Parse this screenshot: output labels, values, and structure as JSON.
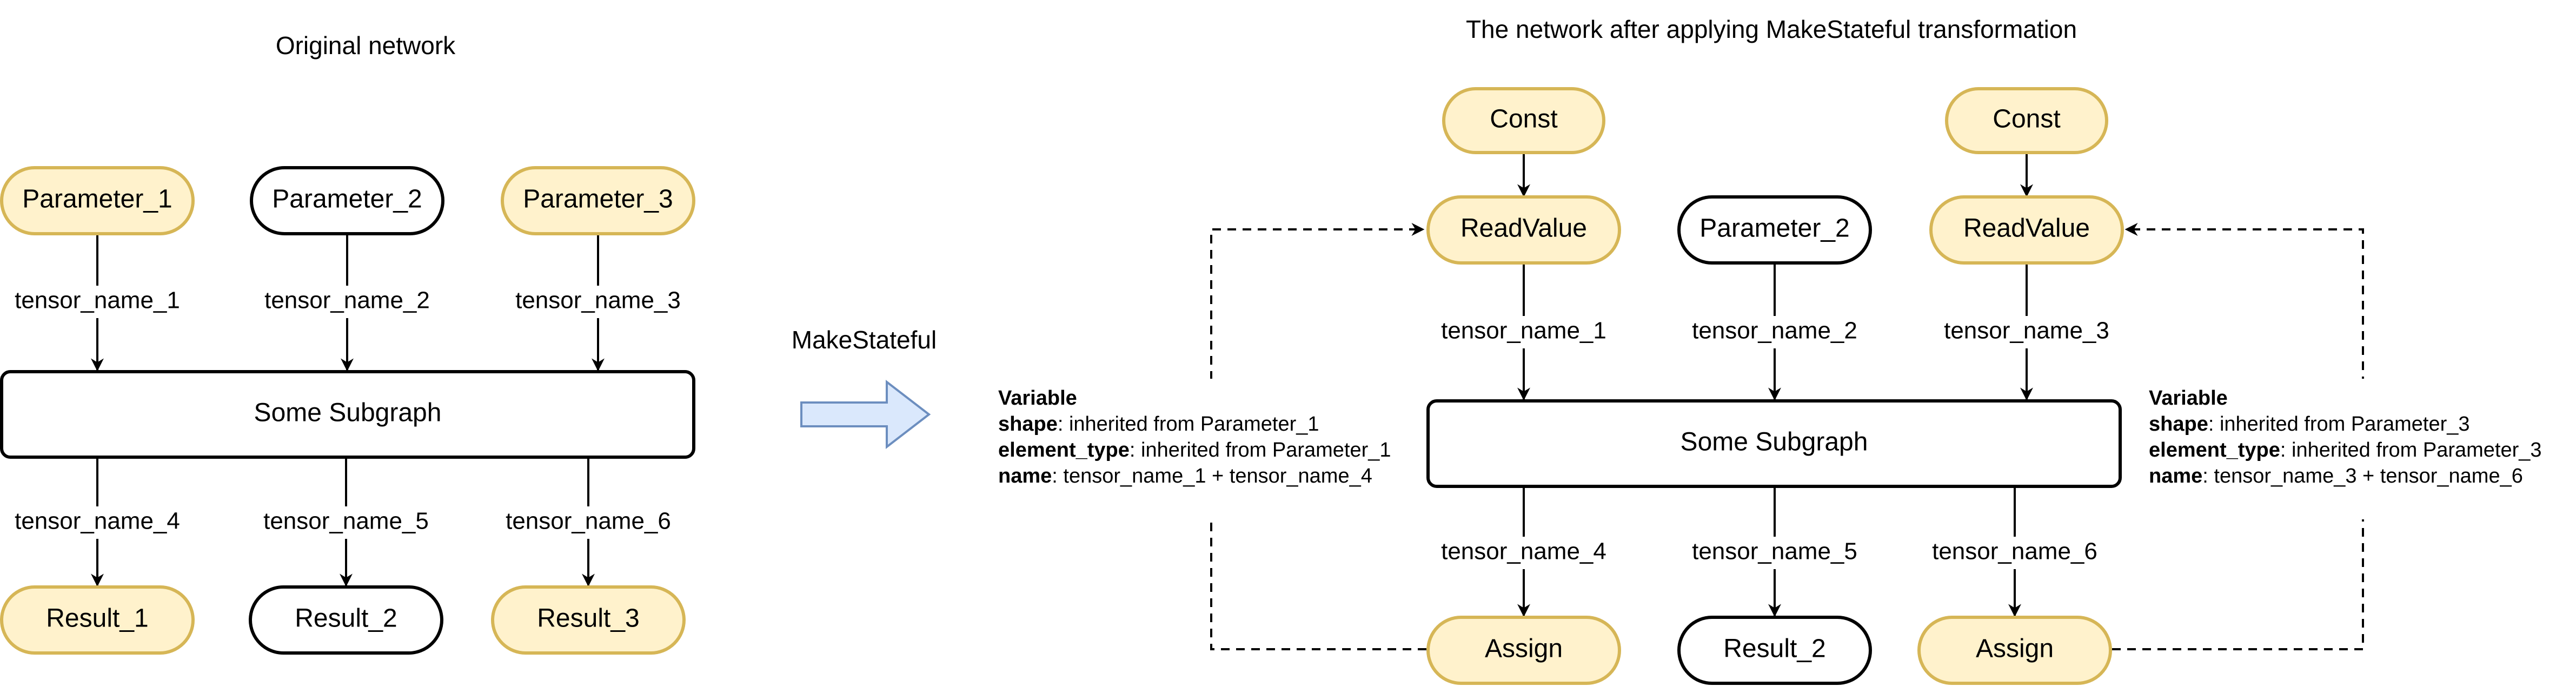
{
  "titles": {
    "original": "Original network",
    "transformed": "The network after applying MakeStateful transformation"
  },
  "transform_label": "MakeStateful",
  "colors": {
    "highlight_fill": "#fff2cc",
    "highlight_stroke": "#d6b656",
    "arrow_fill": "#dae8fc",
    "arrow_stroke": "#6c8ebf"
  },
  "original": {
    "params": [
      "Parameter_1",
      "Parameter_2",
      "Parameter_3"
    ],
    "subgraph": "Some Subgraph",
    "results": [
      "Result_1",
      "Result_2",
      "Result_3"
    ],
    "in_tensors": [
      "tensor_name_1",
      "tensor_name_2",
      "tensor_name_3"
    ],
    "out_tensors": [
      "tensor_name_4",
      "tensor_name_5",
      "tensor_name_6"
    ]
  },
  "transformed": {
    "consts": [
      "Const",
      "Const"
    ],
    "read_values": [
      "ReadValue",
      "ReadValue"
    ],
    "param": "Parameter_2",
    "subgraph": "Some Subgraph",
    "assigns": [
      "Assign",
      "Assign"
    ],
    "result": "Result_2",
    "in_tensors": [
      "tensor_name_1",
      "tensor_name_2",
      "tensor_name_3"
    ],
    "out_tensors": [
      "tensor_name_4",
      "tensor_name_5",
      "tensor_name_6"
    ]
  },
  "variables": [
    {
      "title": "Variable",
      "shape_key": "shape",
      "shape_val": ": inherited from Parameter_1",
      "type_key": "element_type",
      "type_val": ": inherited from Parameter_1",
      "name_key": "name",
      "name_val": ": tensor_name_1 + tensor_name_4"
    },
    {
      "title": "Variable",
      "shape_key": "shape",
      "shape_val": ": inherited from Parameter_3",
      "type_key": "element_type",
      "type_val": ": inherited from Parameter_3",
      "name_key": "name",
      "name_val": ": tensor_name_3 + tensor_name_6"
    }
  ]
}
